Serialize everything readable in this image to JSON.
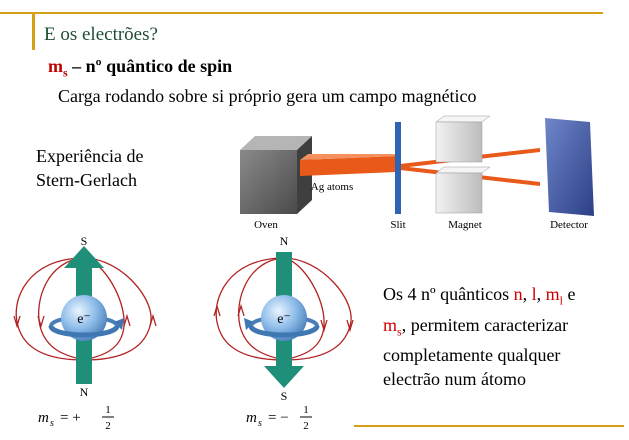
{
  "title": "E os electrões?",
  "subtitle": {
    "symbol": "m",
    "symbol_sub": "s",
    "text": " – nº quântico de spin"
  },
  "description": "Carga rodando sobre si próprio gera um campo magnético",
  "experiment": {
    "line1": "Experiência de",
    "line2": "Stern-Gerlach"
  },
  "apparatus": {
    "oven": "Oven",
    "ag_atoms": "Ag atoms",
    "slit": "Slit",
    "magnet": "Magnet",
    "detector": "Detector"
  },
  "spin_up": {
    "north": "N",
    "south": "S",
    "electron": "e⁻",
    "ms_label": "m",
    "ms_sub": "s",
    "ms_value": "= +",
    "frac_num": "1",
    "frac_den": "2"
  },
  "spin_down": {
    "north": "N",
    "south": "S",
    "electron": "e⁻",
    "ms_label": "m",
    "ms_sub": "s",
    "ms_value": "= −",
    "frac_num": "1",
    "frac_den": "2"
  },
  "quantum": {
    "p1": "Os 4 nº quânticos ",
    "n": "n",
    "c1": ", ",
    "l": "l",
    "c2": ", ",
    "ml": "m",
    "ml_sub": "l",
    "c3": " e",
    "ms": "m",
    "ms_sub": "s",
    "p2": ", permitem caracterizar",
    "p3": "completamente qualquer",
    "p4": "electrão num átomo"
  },
  "colors": {
    "accent_line": "#d4a017",
    "title_green": "#1f4e35",
    "highlight_red": "#c00000",
    "arrow_teal": "#1f8f7a",
    "field_red": "#b22222",
    "sphere_blue": "#7fb2e5",
    "beam_orange": "#e8591a"
  },
  "icons": {
    "field-lines": "magnetic-field-icon",
    "sphere": "electron-sphere-icon"
  }
}
